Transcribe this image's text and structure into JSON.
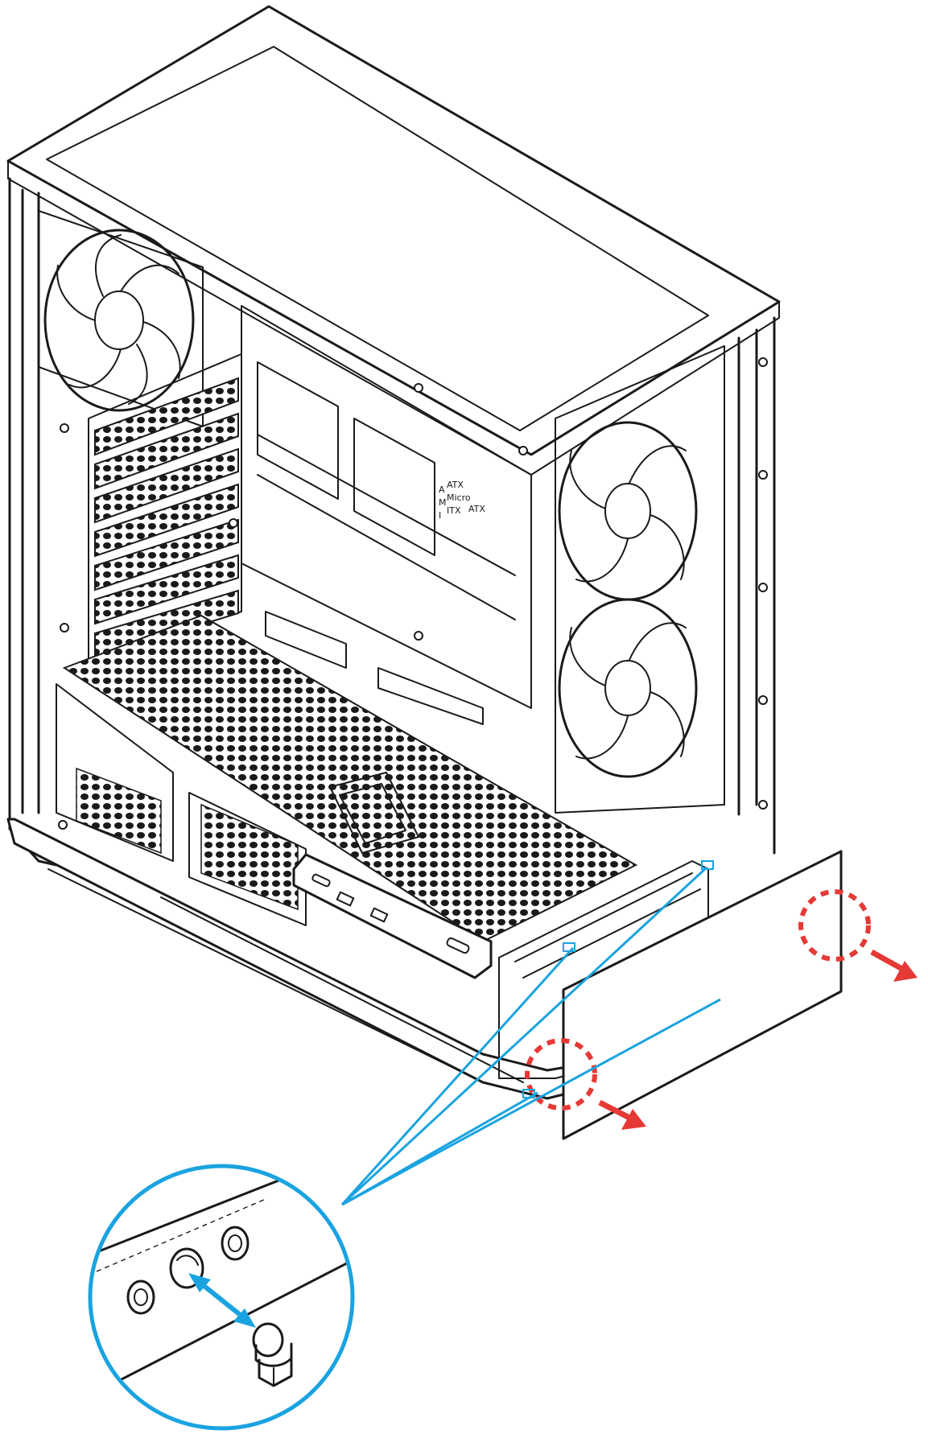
{
  "diagram": {
    "case_labels": [
      "A",
      "ATX",
      "M",
      "Micro",
      "ATX",
      "I",
      "ITX"
    ]
  },
  "colors": {
    "line": "#1a1a1a",
    "callout": "#1aa3e0",
    "removal": "#e53935",
    "background": "#ffffff"
  },
  "icons": [
    "fan-icon",
    "screw-icon",
    "removal-arrow-icon",
    "magnify-callout-icon",
    "double-arrow-icon"
  ]
}
